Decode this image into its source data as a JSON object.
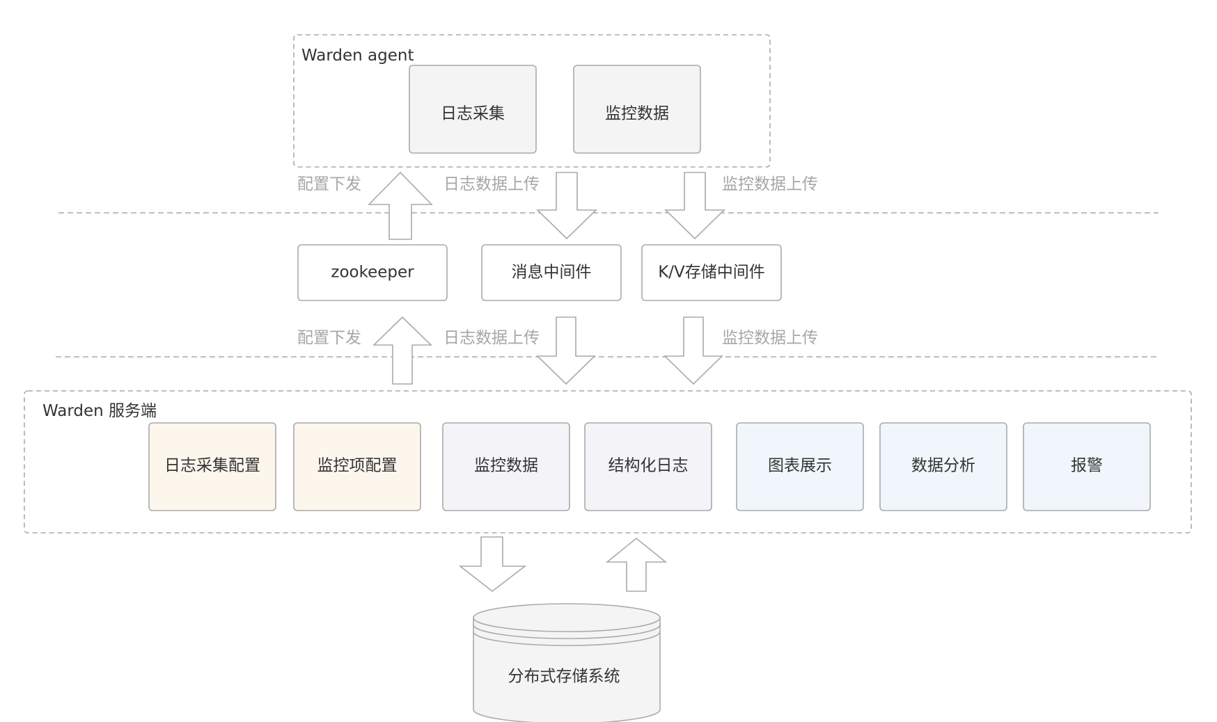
{
  "agent": {
    "label": "Warden agent",
    "boxes": [
      "日志采集",
      "监控数据"
    ]
  },
  "middleware": {
    "boxes": [
      "zookeeper",
      "消息中间件",
      "K/V存储中间件"
    ]
  },
  "server": {
    "label": "Warden 服务端",
    "boxes": [
      "日志采集配置",
      "监控项配置",
      "监控数据",
      "结构化日志",
      "图表展示",
      "数据分析",
      "报警"
    ]
  },
  "flows": {
    "config_down": "配置下发",
    "log_upload": "日志数据上传",
    "metric_upload": "监控数据上传"
  },
  "storage": {
    "label": "分布式存储系统"
  },
  "colors": {
    "agent_box_fill": "#f4f4f4",
    "config_box_fill": "#fdf6ec",
    "data_box_fill": "#f4f3f8",
    "display_box_fill": "#f1f6fd",
    "stroke": "#aaaaaa",
    "flow_text": "#a6a6a6",
    "text": "#333333"
  }
}
